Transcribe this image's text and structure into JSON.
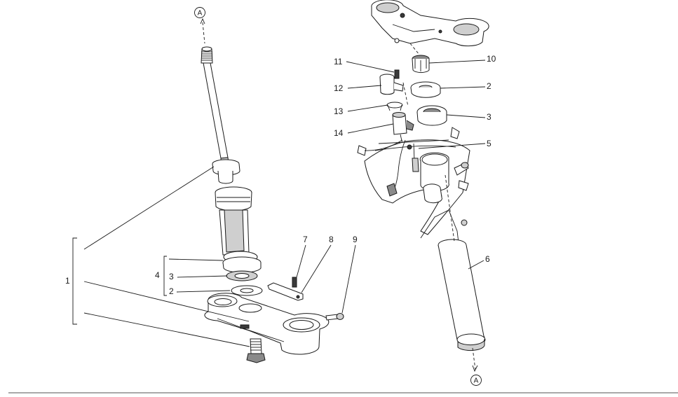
{
  "refs": {
    "top_left": "A",
    "bottom_right": "A"
  },
  "callouts": {
    "c1": "1",
    "c2_left": "2",
    "c2_right": "2",
    "c3_left": "3",
    "c3_right": "3",
    "c4": "4",
    "c5": "5",
    "c6": "6",
    "c7": "7",
    "c8": "8",
    "c9": "9",
    "c10": "10",
    "c11": "11",
    "c12": "12",
    "c13": "13",
    "c14": "14"
  }
}
